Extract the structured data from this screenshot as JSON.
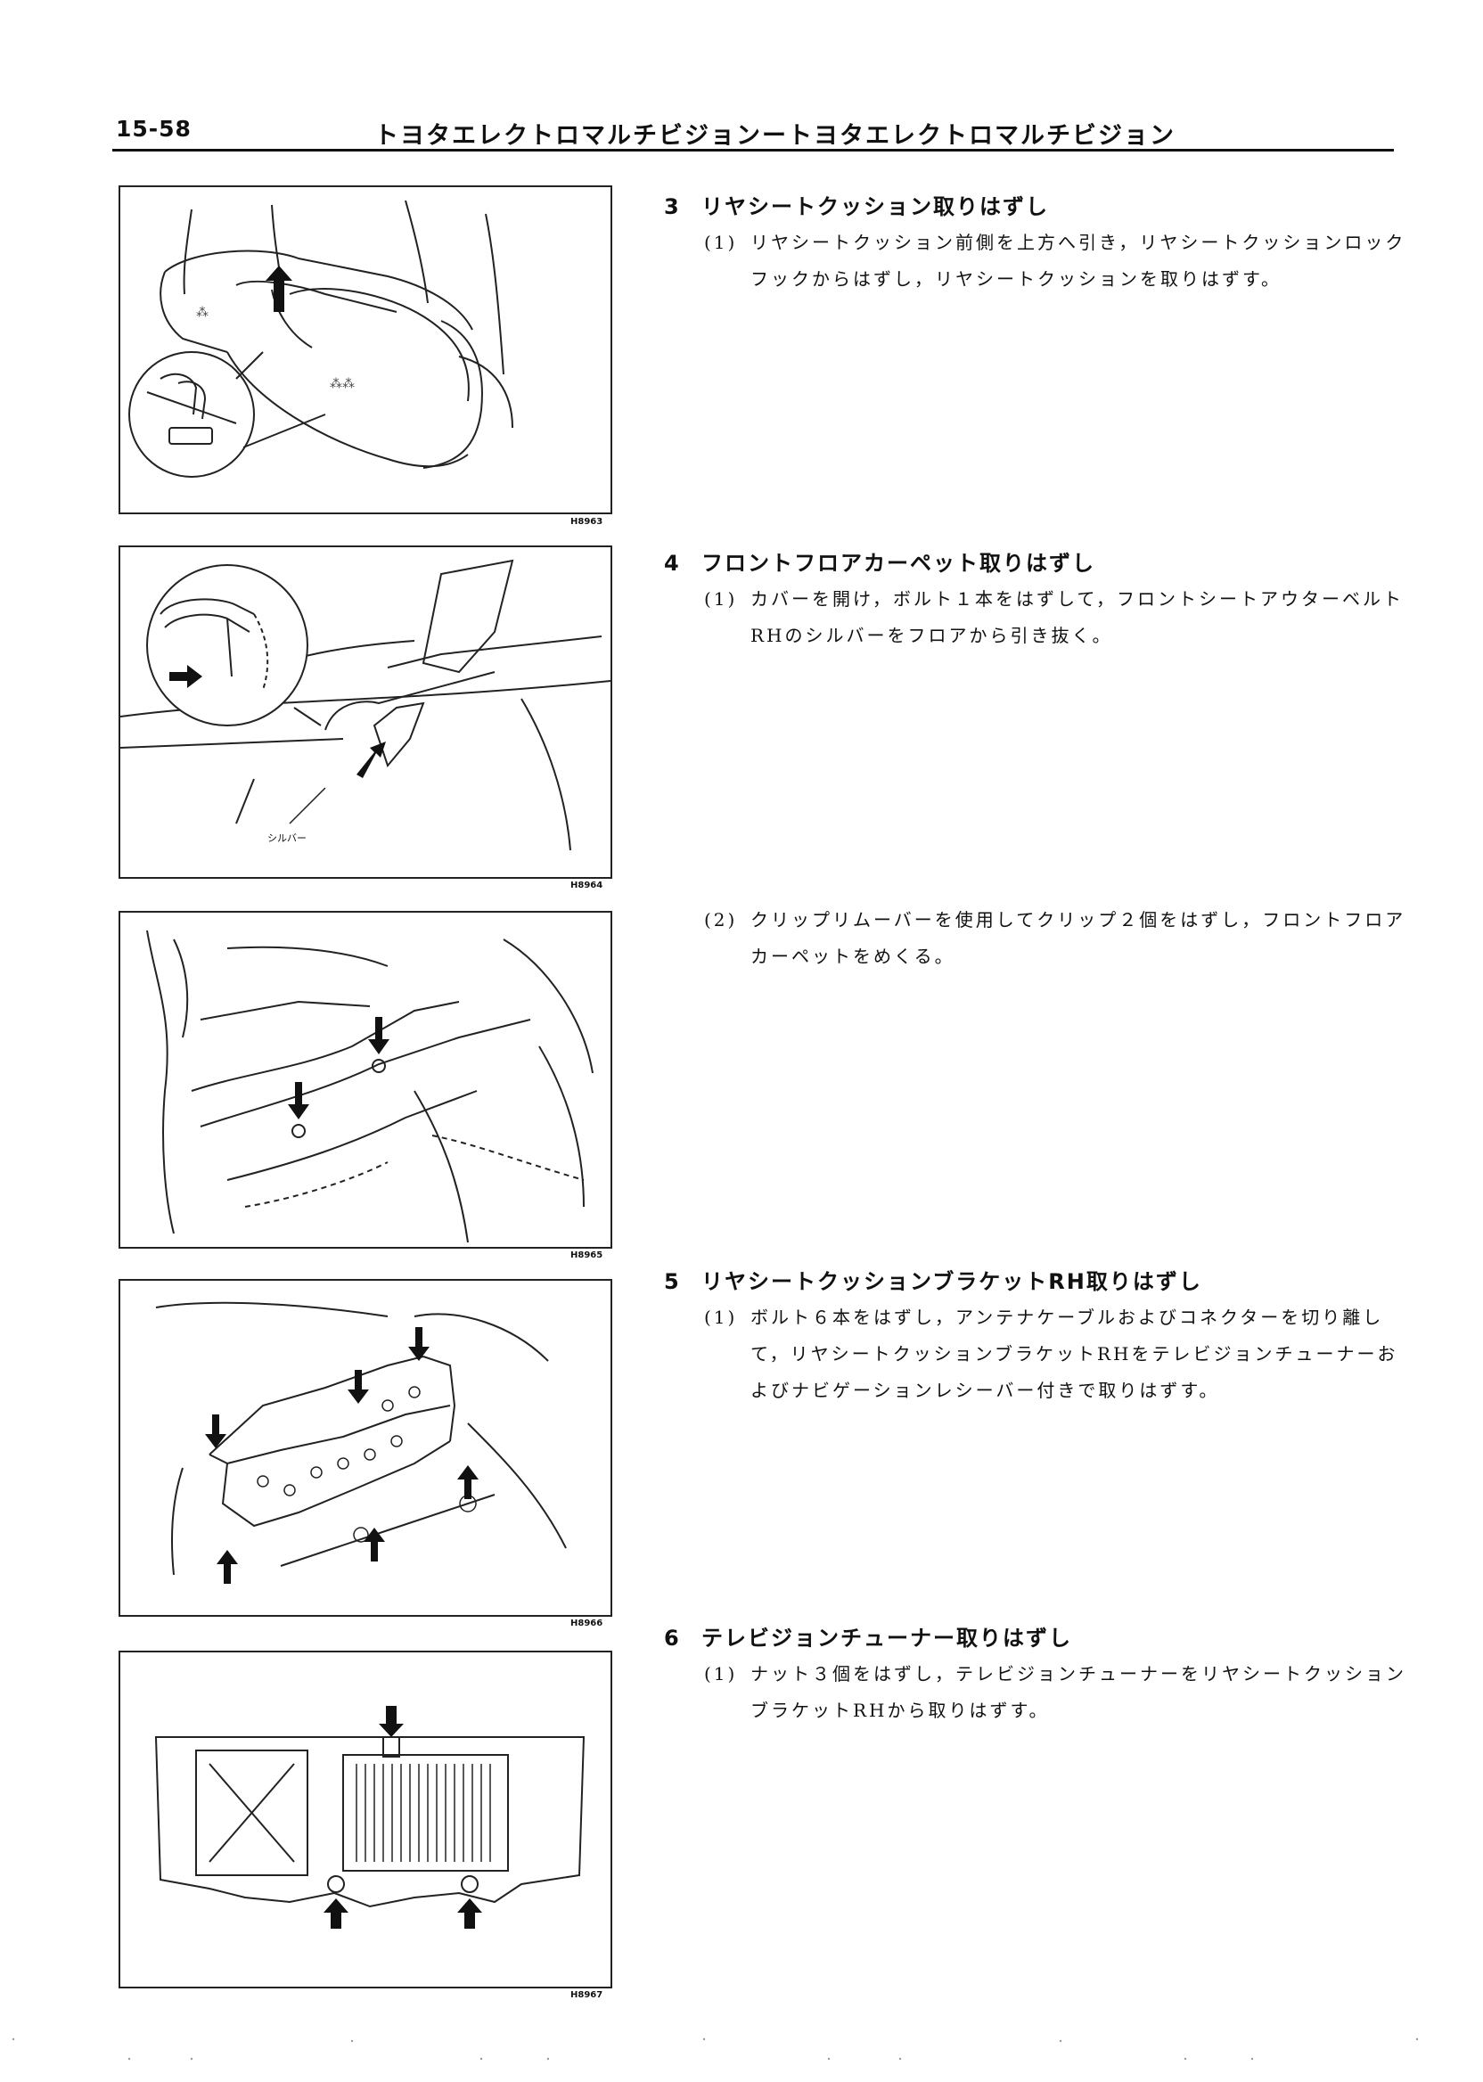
{
  "header": {
    "page_number": "15-58",
    "title": "トヨタエレクトロマルチビジョンートヨタエレクトロマルチビジョン"
  },
  "figures": [
    {
      "code": "H8963"
    },
    {
      "code": "H8964",
      "callout": "シルバー"
    },
    {
      "code": "H8965"
    },
    {
      "code": "H8966"
    },
    {
      "code": "H8967"
    }
  ],
  "steps": [
    {
      "number": "3",
      "title": "リヤシートクッション取りはずし",
      "substeps": [
        {
          "mark": "(1)",
          "text": "リヤシートクッション前側を上方へ引き，リヤシートクッションロックフックからはずし，リヤシートクッションを取りはずす。"
        }
      ]
    },
    {
      "number": "4",
      "title": "フロントフロアカーペット取りはずし",
      "substeps": [
        {
          "mark": "(1)",
          "text": "カバーを開け，ボルト１本をはずして，フロントシートアウターベルトRHのシルバーをフロアから引き抜く。"
        },
        {
          "mark": "(2)",
          "text": "クリップリムーバーを使用してクリップ２個をはずし，フロントフロアカーペットをめくる。"
        }
      ]
    },
    {
      "number": "5",
      "title": "リヤシートクッションブラケットRH取りはずし",
      "substeps": [
        {
          "mark": "(1)",
          "text": "ボルト６本をはずし，アンテナケーブルおよびコネクターを切り離して，リヤシートクッションブラケットRHをテレビジョンチューナーおよびナビゲーションレシーバー付きで取りはずす。"
        }
      ]
    },
    {
      "number": "6",
      "title": "テレビジョンチューナー取りはずし",
      "substeps": [
        {
          "mark": "(1)",
          "text": "ナット３個をはずし，テレビジョンチューナーをリヤシートクッションブラケットRHから取りはずす。"
        }
      ]
    }
  ]
}
